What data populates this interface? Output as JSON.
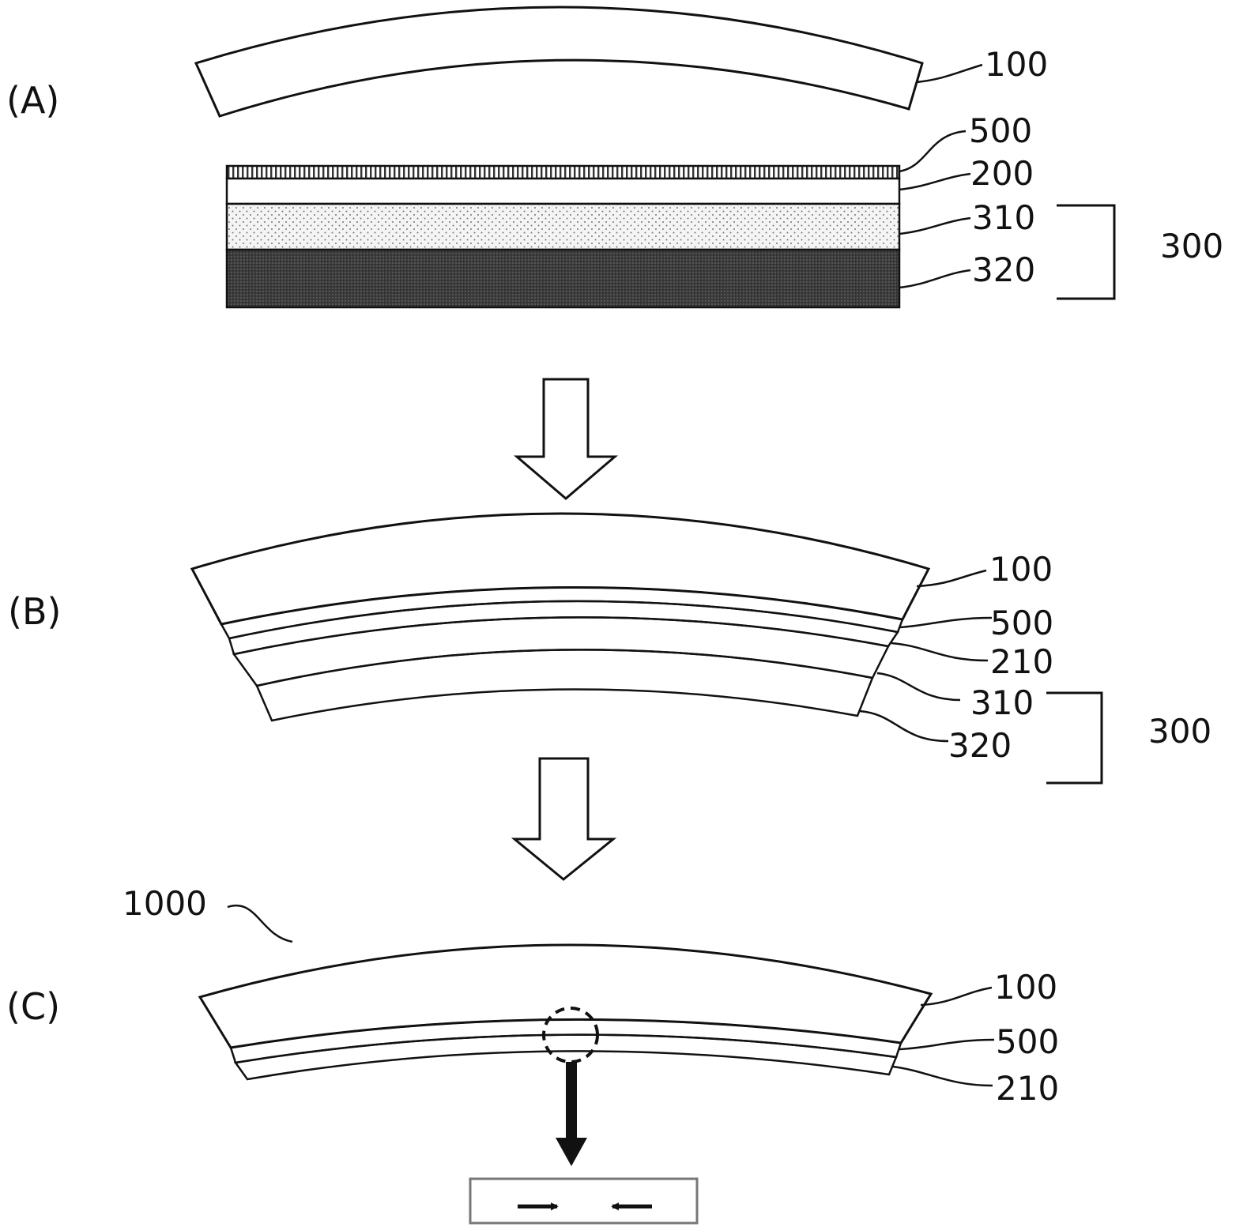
{
  "panels": {
    "A": {
      "label": "(A)",
      "labels": {
        "l100": "100",
        "l500": "500",
        "l200": "200",
        "l310": "310",
        "l320": "320",
        "l300": "300"
      }
    },
    "B": {
      "label": "(B)",
      "labels": {
        "l100": "100",
        "l500": "500",
        "l210": "210",
        "l310": "310",
        "l320": "320",
        "l300": "300"
      }
    },
    "C": {
      "label": "(C)",
      "labels": {
        "l1000": "1000",
        "l100": "100",
        "l500": "500",
        "l210": "210"
      }
    }
  },
  "colors": {
    "stroke": "#111111",
    "fill_310": "#f0f0f0",
    "fill_320": "#3c3c3c",
    "detail_box": "#777777"
  },
  "icons": {
    "process_arrow": "hollow-down-arrow",
    "detail_arrow": "solid-down-arrow",
    "detail_marker": "dashed-circle"
  }
}
